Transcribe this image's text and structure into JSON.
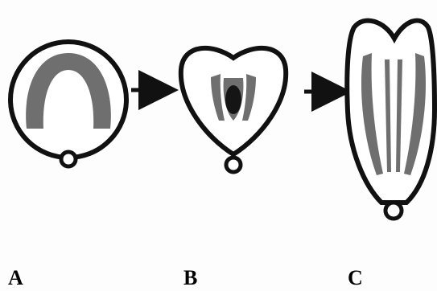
{
  "colors": {
    "outline": "#111111",
    "fill": "#ffffff",
    "tissue": "#6f6f6f",
    "core": "#151515"
  },
  "labels": {
    "a": "A",
    "b": "B",
    "c": "C"
  },
  "stages": [
    {
      "id": "a",
      "shape": "globular-circle"
    },
    {
      "id": "b",
      "shape": "heart"
    },
    {
      "id": "c",
      "shape": "torpedo"
    }
  ],
  "arrows": [
    {
      "from": "a",
      "to": "b"
    },
    {
      "from": "b",
      "to": "c"
    }
  ]
}
